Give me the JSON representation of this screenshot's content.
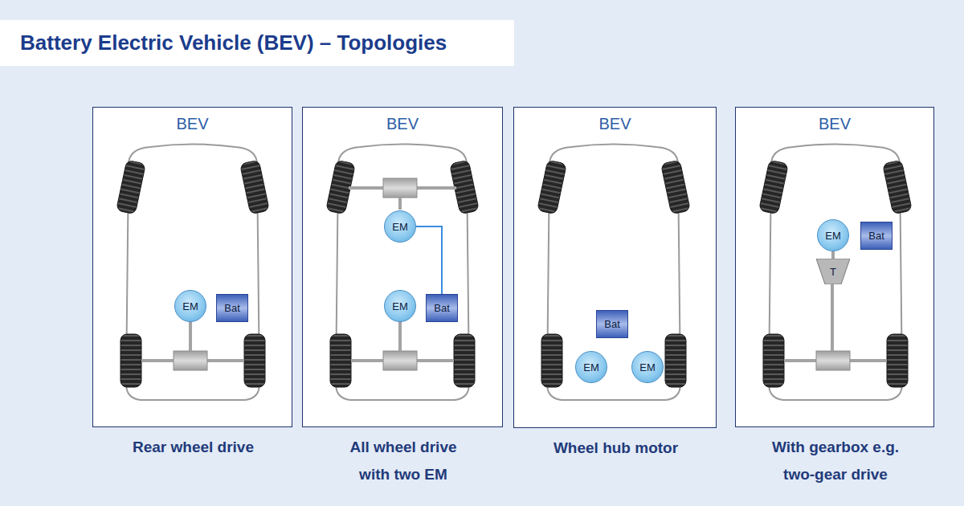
{
  "diagram": {
    "title": "Battery Electric Vehicle (BEV) – Topologies",
    "nodes": [
      {
        "text": [
          "BEV",
          "Rear wheel drive"
        ]
      },
      {
        "text": [
          "EM"
        ],
        "in": 0
      },
      {
        "text": [
          "Bat"
        ],
        "in": 0
      },
      {
        "text": [
          "BEV",
          "All wheel drive with two EM"
        ]
      },
      {
        "text": [
          "EM"
        ],
        "in": 3
      },
      {
        "text": [
          "EM"
        ],
        "in": 3
      },
      {
        "text": [
          "Bat"
        ],
        "in": 3
      },
      {
        "text": [
          "BEV",
          "Wheel hub motor"
        ]
      },
      {
        "text": [
          "Bat"
        ],
        "in": 7
      },
      {
        "text": [
          "EM"
        ],
        "in": 7
      },
      {
        "text": [
          "EM"
        ],
        "in": 7
      },
      {
        "text": [
          "BEV",
          "With gearbox e.g. two-gear drive"
        ]
      },
      {
        "text": [
          "EM"
        ],
        "in": 11
      },
      {
        "text": [
          "Bat"
        ],
        "in": 11
      },
      {
        "text": [
          "T"
        ],
        "in": 11
      }
    ],
    "edges": [
      {
        "from": 4,
        "to": 6,
        "arrow": "none"
      },
      {
        "from": 12,
        "to": 14,
        "arrow": "none"
      }
    ]
  }
}
